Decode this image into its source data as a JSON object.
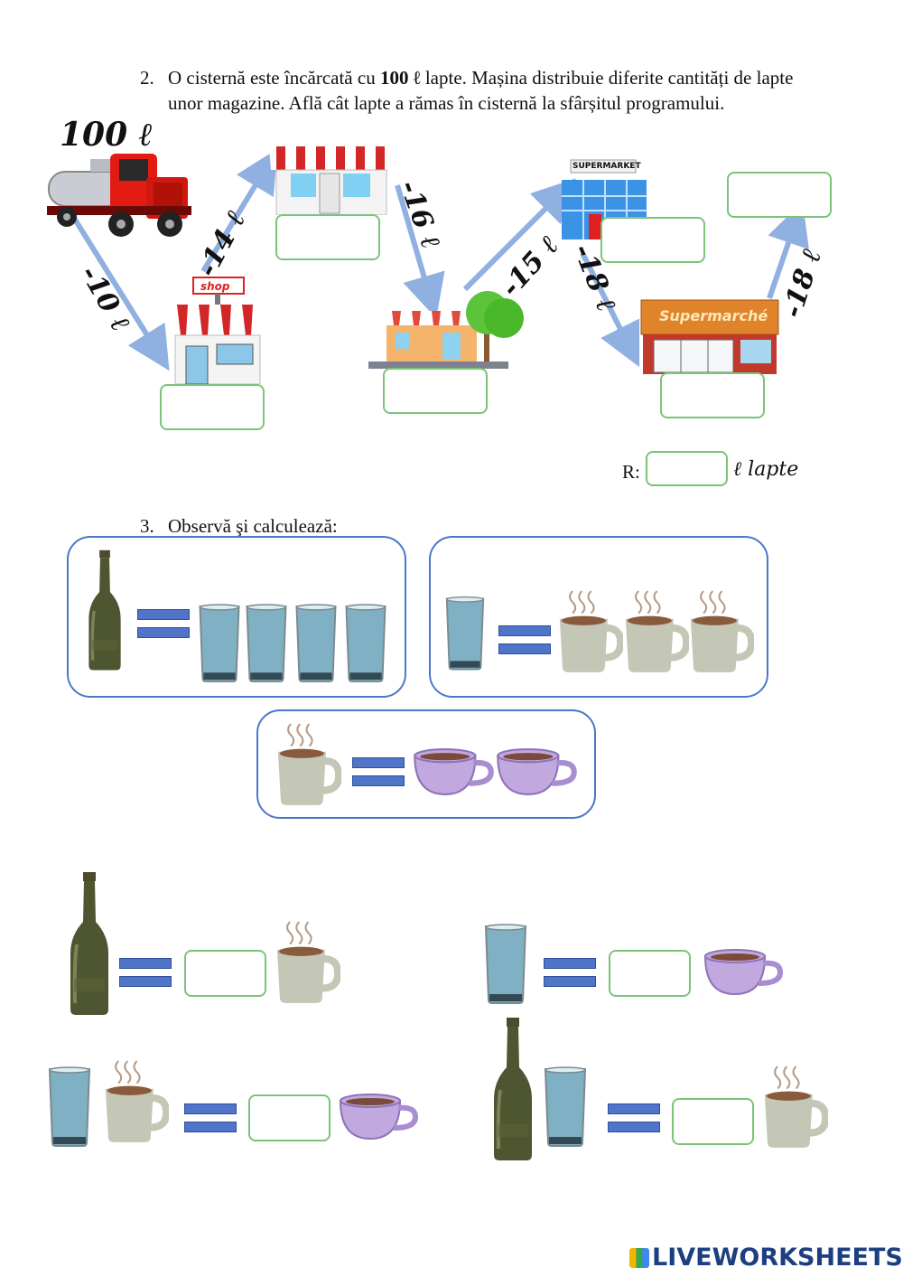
{
  "problem2": {
    "number": "2.",
    "text_before_bold": "O cisternă este încărcată cu ",
    "bold_amount": "100 ℓ",
    "text_after_bold": " lapte. Mașina distribuie diferite cantități de lapte unor magazine. Află cât lapte a rămas în cisternă la sfârșitul programului.",
    "truck_label": "100 ℓ",
    "deliveries": [
      "-10 ℓ",
      "-14 ℓ",
      "-16 ℓ",
      "-15 ℓ",
      "-18 ℓ",
      "-18 ℓ"
    ],
    "store_signs": {
      "shop": "shop",
      "supermarket": "SUPERMARKET",
      "supermarche": "Supermarché"
    },
    "answer_prefix": "R:",
    "answer_suffix": "ℓ lapte"
  },
  "problem3": {
    "number": "3.",
    "title": "Observă şi calculează:"
  },
  "logo": {
    "text": "LIVEWORKSHEETS"
  },
  "colors": {
    "arrow": "#8fb0e0",
    "box_border": "#7cc37a",
    "group_border": "#4a77c9",
    "equals": "#4f74c8"
  }
}
